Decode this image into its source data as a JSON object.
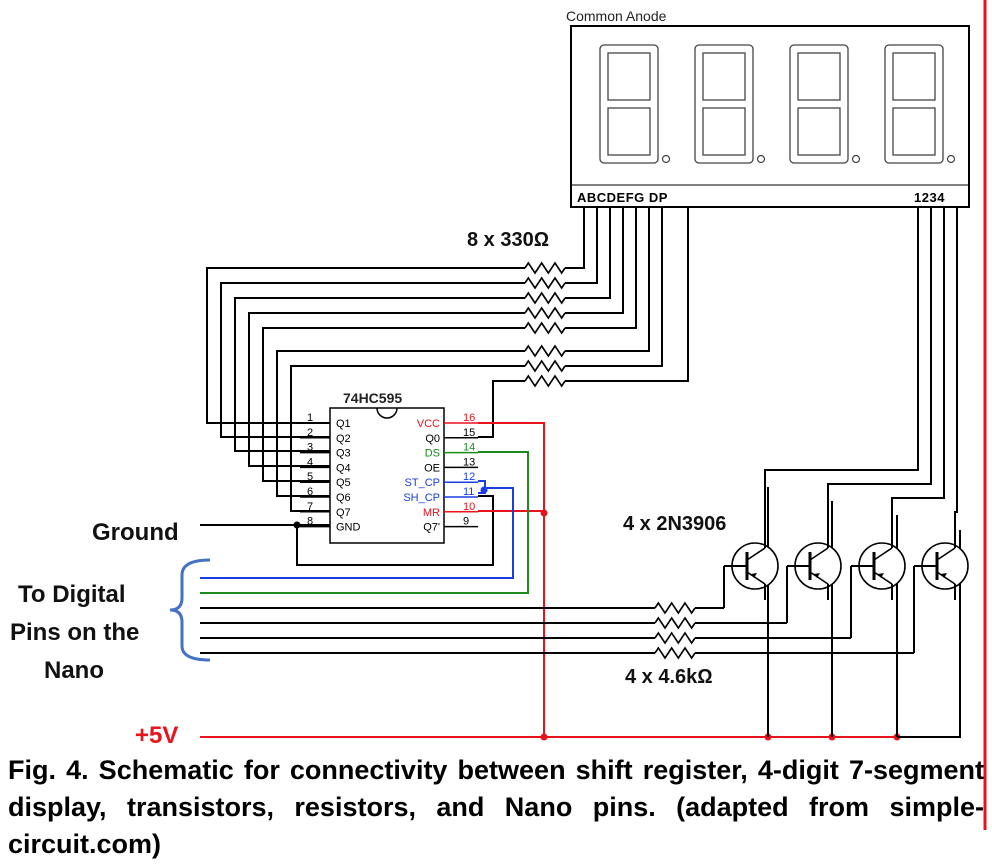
{
  "display": {
    "title": "Common Anode",
    "segment_labels": "ABCDEFG DP",
    "digit_labels": "1234"
  },
  "resistors_top": {
    "label": "8 x 330Ω"
  },
  "chip": {
    "name": "74HC595",
    "left_pins": [
      {
        "num": "1",
        "name": "Q1"
      },
      {
        "num": "2",
        "name": "Q2"
      },
      {
        "num": "3",
        "name": "Q3"
      },
      {
        "num": "4",
        "name": "Q4"
      },
      {
        "num": "5",
        "name": "Q5"
      },
      {
        "num": "6",
        "name": "Q6"
      },
      {
        "num": "7",
        "name": "Q7"
      },
      {
        "num": "8",
        "name": "GND"
      }
    ],
    "right_pins": [
      {
        "num": "16",
        "name": "VCC",
        "color": "#e8141b"
      },
      {
        "num": "15",
        "name": "Q0",
        "color": "#000000"
      },
      {
        "num": "14",
        "name": "DS",
        "color": "#1e8a1e"
      },
      {
        "num": "13",
        "name": "OE",
        "color": "#000000"
      },
      {
        "num": "12",
        "name": "ST_CP",
        "color": "#1a3fe0"
      },
      {
        "num": "11",
        "name": "SH_CP",
        "color": "#1a3fe0"
      },
      {
        "num": "10",
        "name": "MR",
        "color": "#e8141b"
      },
      {
        "num": "9",
        "name": "Q7'",
        "color": "#000000"
      }
    ]
  },
  "transistors": {
    "label": "4 x 2N3906"
  },
  "resistors_bottom": {
    "label": "4 x 4.6kΩ"
  },
  "labels": {
    "ground": "Ground",
    "digital_pins": [
      "To Digital",
      "Pins on the",
      "Nano"
    ],
    "supply": "+5V"
  },
  "colors": {
    "red": "#e8141b",
    "green": "#1e8a1e",
    "blue": "#1a3fe0",
    "bracket": "#4472c4"
  },
  "caption": "Fig. 4. Schematic for connectivity between shift register, 4-digit 7-segment display, transistors, resistors, and Nano pins. (adapted from simple-circuit.com)"
}
